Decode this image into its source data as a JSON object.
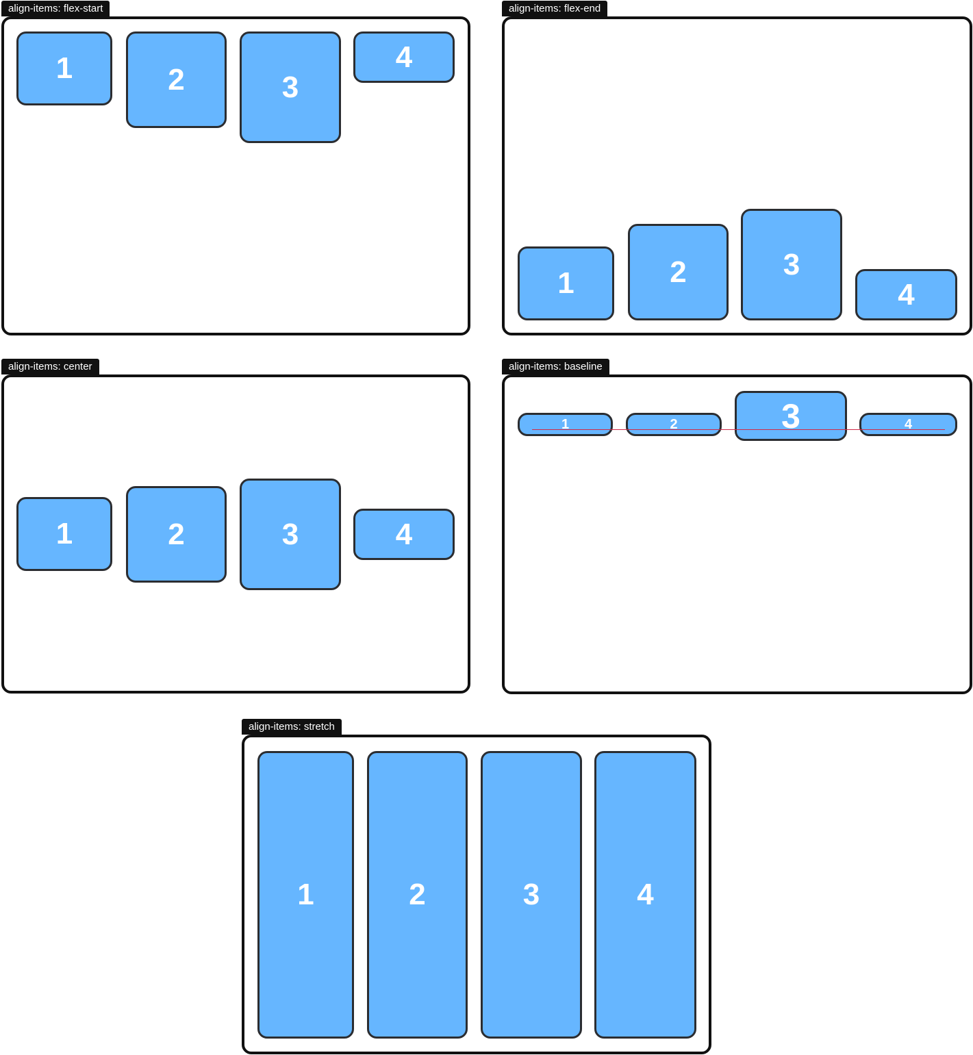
{
  "panels": {
    "flex_start": {
      "label": "align-items: flex-start",
      "items": [
        "1",
        "2",
        "3",
        "4"
      ]
    },
    "flex_end": {
      "label": "align-items: flex-end",
      "items": [
        "1",
        "2",
        "3",
        "4"
      ]
    },
    "center": {
      "label": "align-items: center",
      "items": [
        "1",
        "2",
        "3",
        "4"
      ]
    },
    "baseline": {
      "label": "align-items: baseline",
      "items": [
        "1",
        "2",
        "3",
        "4"
      ]
    },
    "stretch": {
      "label": "align-items: stretch",
      "items": [
        "1",
        "2",
        "3",
        "4"
      ]
    }
  },
  "colors": {
    "item_fill": "#66b6ff",
    "item_border": "#2b2d31",
    "frame_border": "#111111",
    "label_bg": "#111111",
    "baseline_guide": "#d02a47"
  }
}
